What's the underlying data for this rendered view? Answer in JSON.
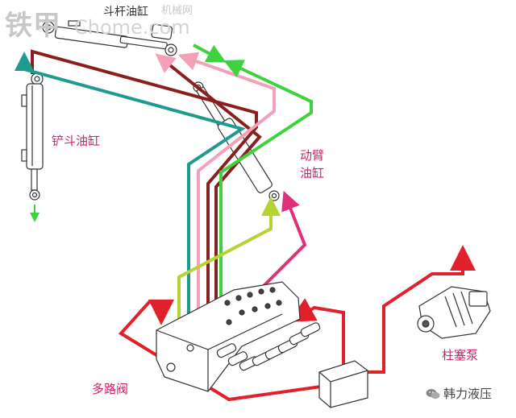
{
  "watermark": {
    "logo": "铁甲",
    "site": "机械网",
    "subtitle": "Chome.com"
  },
  "labels": {
    "dipper_cylinder": "斗杆油缸",
    "bucket_cylinder": "铲斗油缸",
    "boom_cylinder_line1": "动臂",
    "boom_cylinder_line2": "油缸",
    "multi_valve": "多路阀",
    "piston_pump": "柱塞泵"
  },
  "credit": {
    "icon": "wechat-icon",
    "text": "韩力液压"
  },
  "colors": {
    "pump_line": "#e0202a",
    "dipper_line": "#8a1f1f",
    "bucket_line": "#1f9a8f",
    "pink_line": "#f3a0b8",
    "green_line": "#3fd23f",
    "lime_line": "#b5d433",
    "magenta_line": "#e0307a",
    "label": "#d0206a"
  }
}
